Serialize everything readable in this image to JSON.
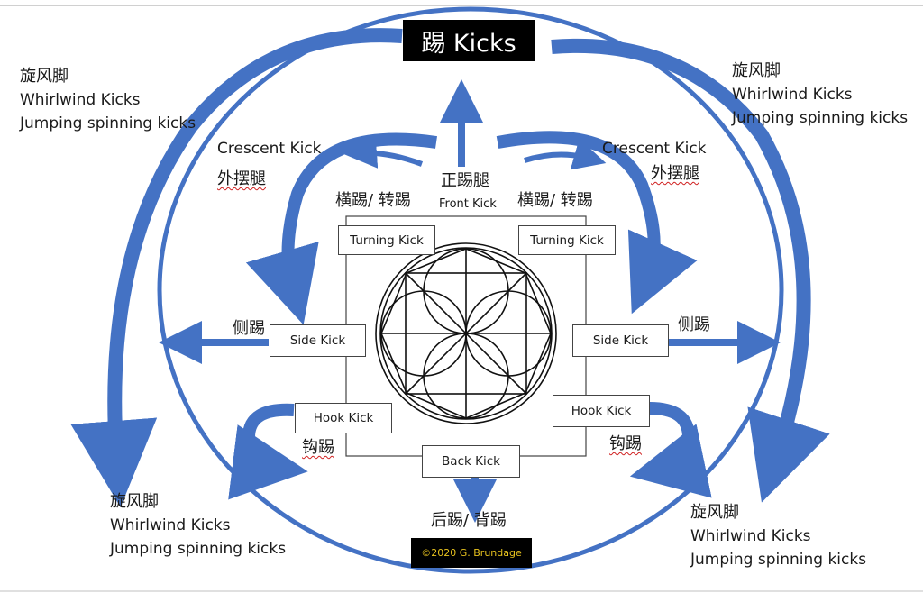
{
  "title": "踢 Kicks",
  "copyright": "©2020 G. Brundage",
  "whirlwind": {
    "zh": "旋风脚",
    "en1": "Whirlwind Kicks",
    "en2": "Jumping spinning kicks"
  },
  "crescent": {
    "en": "Crescent Kick",
    "zh": "外摆腿"
  },
  "front": {
    "zh": "正踢腿",
    "en": "Front Kick"
  },
  "turning": {
    "zh": "横踢/ 转踢",
    "en": "Turning Kick"
  },
  "side": {
    "zh": "侧踢",
    "en": "Side Kick"
  },
  "hook": {
    "zh": "钩踢",
    "en": "Hook Kick"
  },
  "back": {
    "zh": "后踢/ 背踢",
    "en": "Back Kick"
  },
  "colors": {
    "arrow": "#4472c4",
    "circle": "#4472c4",
    "box_border": "#444444",
    "copyright_text": "#e8c21e"
  }
}
